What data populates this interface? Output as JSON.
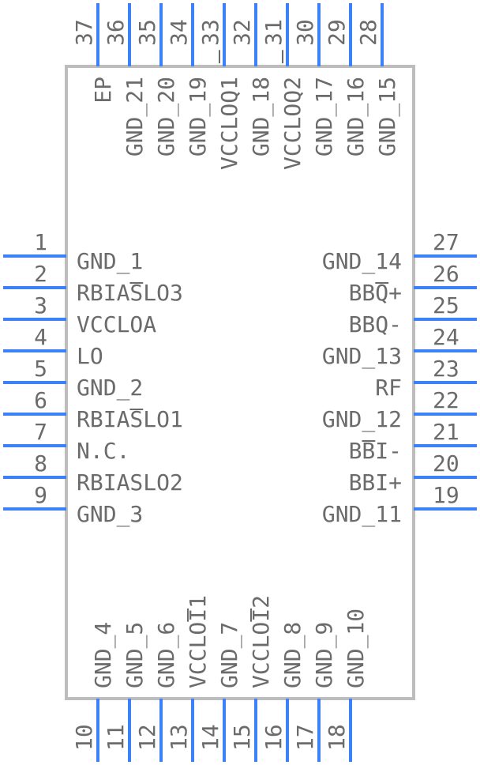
{
  "left_pins": [
    {
      "num": "1",
      "name": "GND_1"
    },
    {
      "num": "2",
      "name": "RBIASLO3"
    },
    {
      "num": "3",
      "name": "VCCLOA"
    },
    {
      "num": "4",
      "name": "LO"
    },
    {
      "num": "5",
      "name": "GND_2"
    },
    {
      "num": "6",
      "name": "RBIASLO1"
    },
    {
      "num": "7",
      "name": "N.C."
    },
    {
      "num": "8",
      "name": "RBIASLO2"
    },
    {
      "num": "9",
      "name": "GND_3"
    }
  ],
  "right_pins": [
    {
      "num": "27",
      "name": "GND_14"
    },
    {
      "num": "26",
      "name": "BBQ+"
    },
    {
      "num": "25",
      "name": "BBQ-"
    },
    {
      "num": "24",
      "name": "GND_13"
    },
    {
      "num": "23",
      "name": "RF"
    },
    {
      "num": "22",
      "name": "GND_12"
    },
    {
      "num": "21",
      "name": "BBI-"
    },
    {
      "num": "20",
      "name": "BBI+"
    },
    {
      "num": "19",
      "name": "GND_11"
    }
  ],
  "top_pins": [
    {
      "num": "37",
      "name": "EP"
    },
    {
      "num": "36",
      "name": "GND_21"
    },
    {
      "num": "35",
      "name": "GND_20"
    },
    {
      "num": "34",
      "name": "GND_19"
    },
    {
      "num": "33",
      "name": "VCCLOQ1"
    },
    {
      "num": "32",
      "name": "GND_18"
    },
    {
      "num": "31",
      "name": "VCCLOQ2"
    },
    {
      "num": "30",
      "name": "GND_17"
    },
    {
      "num": "29",
      "name": "GND_16"
    },
    {
      "num": "28",
      "name": "GND_15"
    }
  ],
  "bottom_pins": [
    {
      "num": "10",
      "name": "GND_4"
    },
    {
      "num": "11",
      "name": "GND_5"
    },
    {
      "num": "12",
      "name": "GND_6"
    },
    {
      "num": "13",
      "name": "VCCLOI1"
    },
    {
      "num": "14",
      "name": "GND_7"
    },
    {
      "num": "15",
      "name": "VCCLOI2"
    },
    {
      "num": "16",
      "name": "GND_8"
    },
    {
      "num": "17",
      "name": "GND_9"
    },
    {
      "num": "18",
      "name": "GND_10"
    }
  ],
  "colors": {
    "pin": "#3b82f6",
    "body": "#bdbdbd",
    "text": "#6b6b6b"
  }
}
